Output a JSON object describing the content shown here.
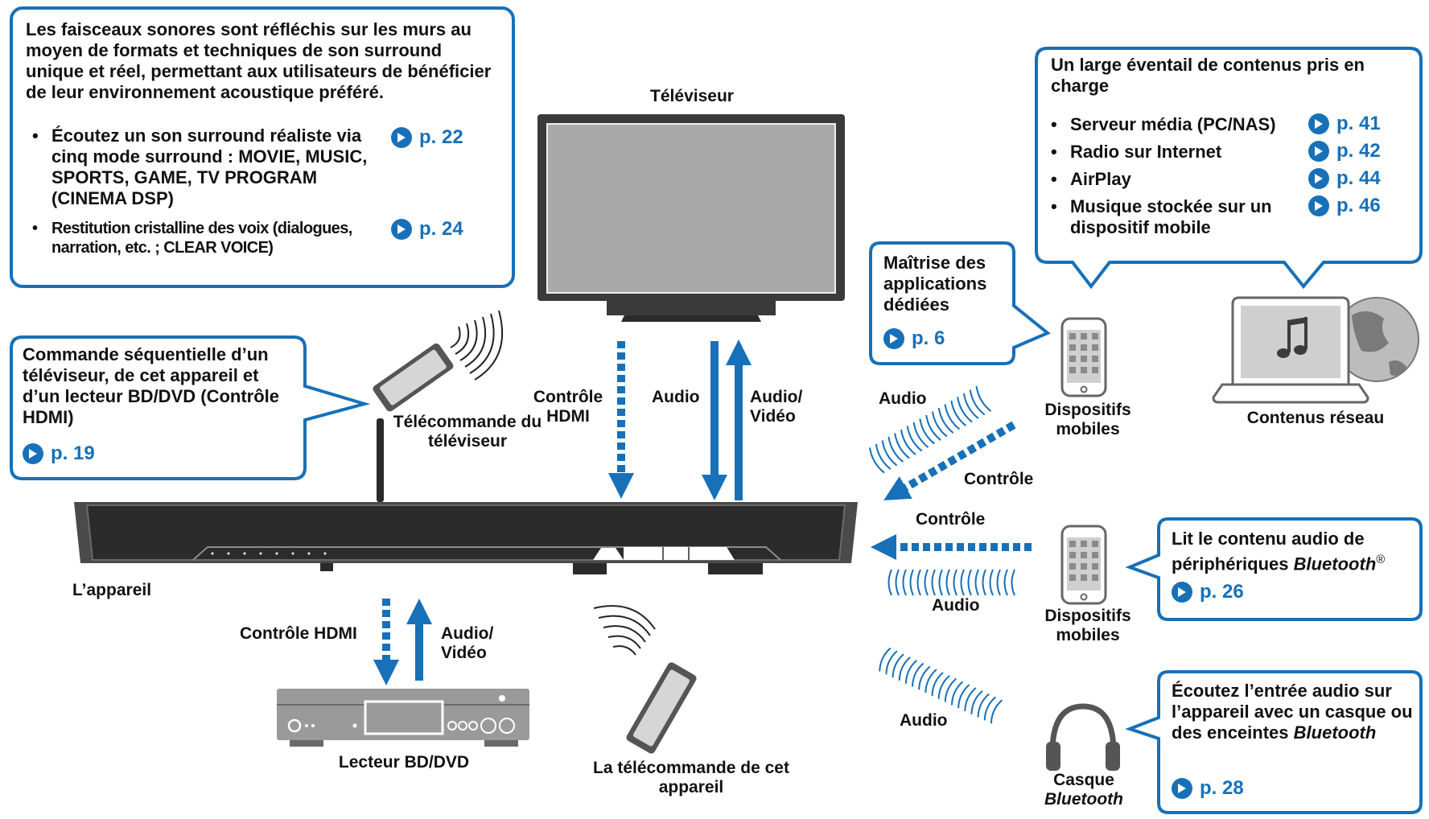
{
  "colors": {
    "accent": "#1770b8",
    "device": "#3a3a3a",
    "text": "#111111"
  },
  "callouts": {
    "surround": {
      "intro": "Les faisceaux sonores sont réfléchis sur les murs au moyen de formats et techniques de son surround unique et réel, permettant aux utilisateurs de bénéficier de leur environnement acoustique préféré.",
      "items": [
        {
          "text": "Écoutez un son surround réaliste via cinq mode surround : MOVIE, MUSIC, SPORTS, GAME, TV PROGRAM (CINEMA DSP)",
          "ref": "p. 22"
        },
        {
          "text": "Restitution cristalline des voix (dialogues, narration, etc. ; CLEAR VOICE)",
          "ref": "p. 24"
        }
      ]
    },
    "hdmi": {
      "text": "Commande séquentielle d’un téléviseur, de cet appareil et d’un lecteur BD/DVD (Contrôle HDMI)",
      "ref": "p. 19"
    },
    "content": {
      "title": "Un large éventail de contenus pris en charge",
      "items": [
        {
          "text": "Serveur média (PC/NAS)",
          "ref": "p. 41"
        },
        {
          "text": "Radio sur Internet",
          "ref": "p. 42"
        },
        {
          "text": "AirPlay",
          "ref": "p. 44"
        },
        {
          "text": "Musique stockée sur un dispositif mobile",
          "ref": "p. 46"
        }
      ]
    },
    "apps": {
      "text": "Maîtrise des applications dédiées",
      "ref": "p. 6"
    },
    "bluetooth_in": {
      "text": "Lit le contenu audio de périphériques",
      "italic": "Bluetooth",
      "sup": "®",
      "ref": "p. 26"
    },
    "bluetooth_out": {
      "text": "Écoutez l’entrée audio sur l’appareil avec un casque ou des enceintes",
      "italic": "Bluetooth",
      "ref": "p. 28"
    }
  },
  "labels": {
    "tv": "Téléviseur",
    "tv_remote": "Télécommande du téléviseur",
    "hdmi_control_tv": "Contrôle HDMI",
    "audio_tv": "Audio",
    "audio_video_tv": "Audio/ Vidéo",
    "unit": "L’appareil",
    "hdmi_control_bd": "Contrôle HDMI",
    "audio_video_bd": "Audio/ Vidéo",
    "bd_player": "Lecteur BD/DVD",
    "unit_remote": "La télécommande de cet appareil",
    "audio_1": "Audio",
    "control_1": "Contrôle",
    "control_2": "Contrôle",
    "audio_2": "Audio",
    "audio_3": "Audio",
    "mobile_1": "Dispositifs mobiles",
    "mobile_2": "Dispositifs mobiles",
    "network": "Contenus réseau",
    "headphones": "Casque",
    "headphones_italic": "Bluetooth"
  }
}
